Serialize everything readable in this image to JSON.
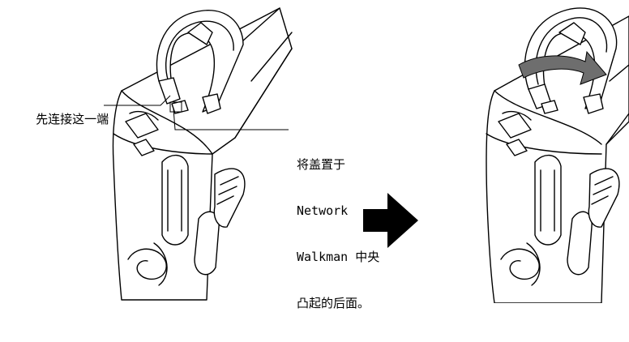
{
  "labels": {
    "connect_first": "先连接这一端",
    "place_cover_line1": "将盖置于",
    "place_cover_line2": "Network",
    "place_cover_line3": "Walkman 中央",
    "place_cover_line4": "凸起的后面。"
  },
  "colors": {
    "line": "#000000",
    "arrow_fill": "#000000",
    "rotation_arrow_fill": "#6e6e6e",
    "background": "#ffffff"
  },
  "icons": {
    "step_arrow": "right-arrow-icon",
    "rotation_arrow": "curved-arrow-icon"
  }
}
